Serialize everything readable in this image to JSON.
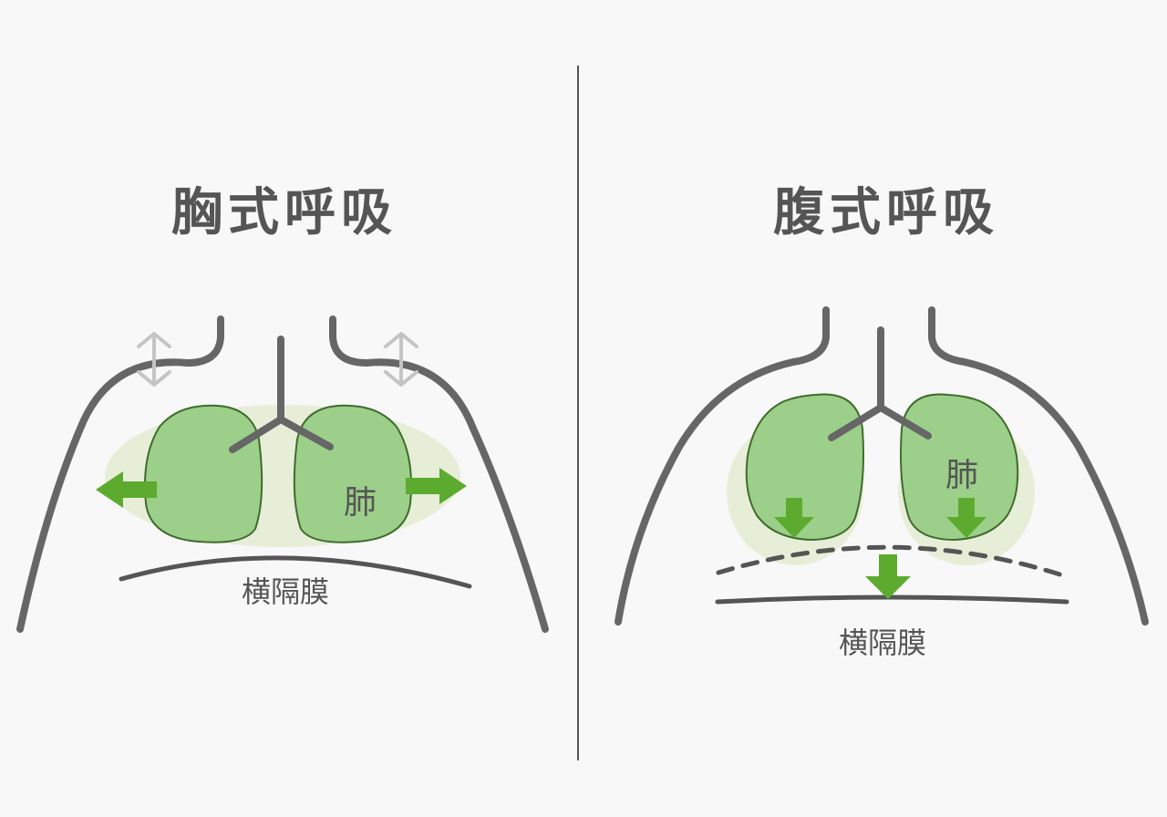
{
  "left_panel": {
    "title": "胸式呼吸",
    "lung_label": "肺",
    "diaphragm_label": "横隔膜"
  },
  "right_panel": {
    "title": "腹式呼吸",
    "lung_label": "肺",
    "diaphragm_label": "横隔膜"
  },
  "colors": {
    "outline": "#666666",
    "lung_fill": "#9ccf8a",
    "lung_glow": "#e4ecd2",
    "arrow_green": "#5cab2e",
    "arrow_grey": "#c4c4c4",
    "text": "#555555"
  }
}
